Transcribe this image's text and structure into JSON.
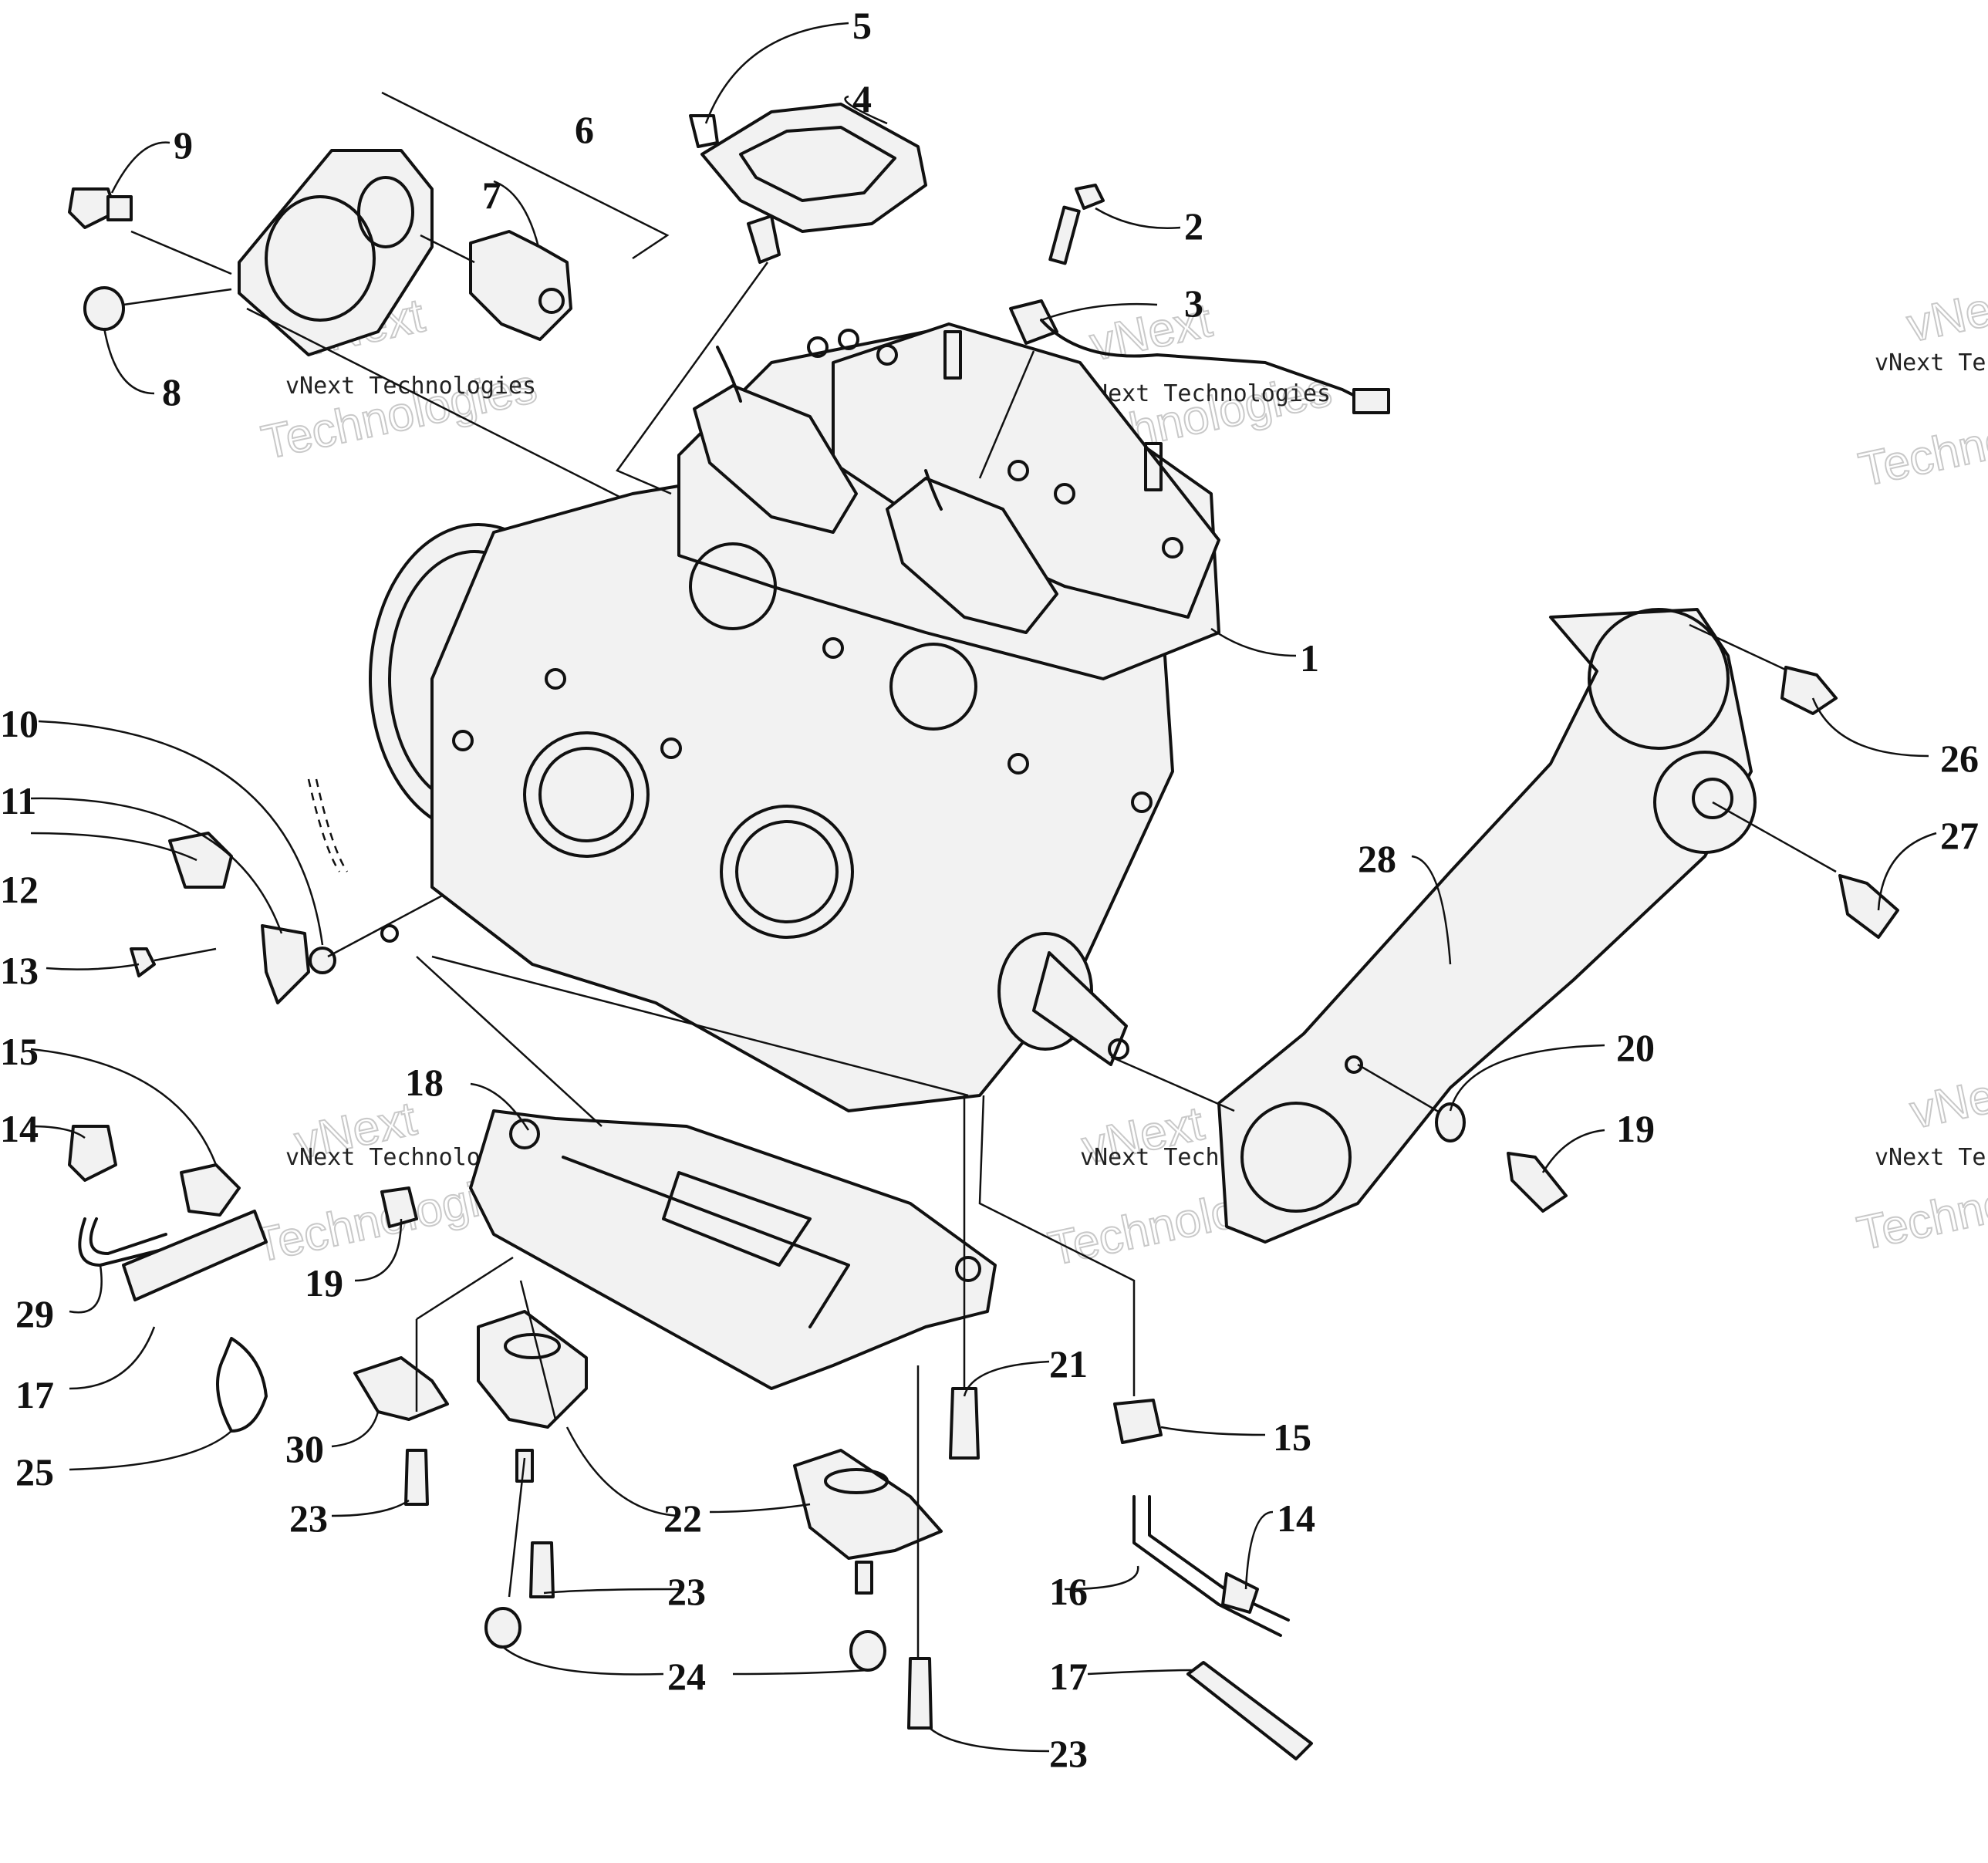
{
  "callouts": [
    "1",
    "2",
    "3",
    "4",
    "5",
    "6",
    "7",
    "8",
    "9",
    "10",
    "11",
    "12",
    "13",
    "15",
    "14",
    "29",
    "17",
    "25",
    "18",
    "19",
    "30",
    "23",
    "22",
    "23",
    "24",
    "21",
    "15",
    "14",
    "16",
    "17",
    "23",
    "20",
    "19",
    "26",
    "27",
    "28"
  ],
  "watermark": {
    "company": "vNext Technologies",
    "split_top": "vNext",
    "split_bottom": "Technologies",
    "clipped_company": "vNext Tec",
    "clipped_top": "vNext",
    "clipped_bottom": "Techno"
  }
}
